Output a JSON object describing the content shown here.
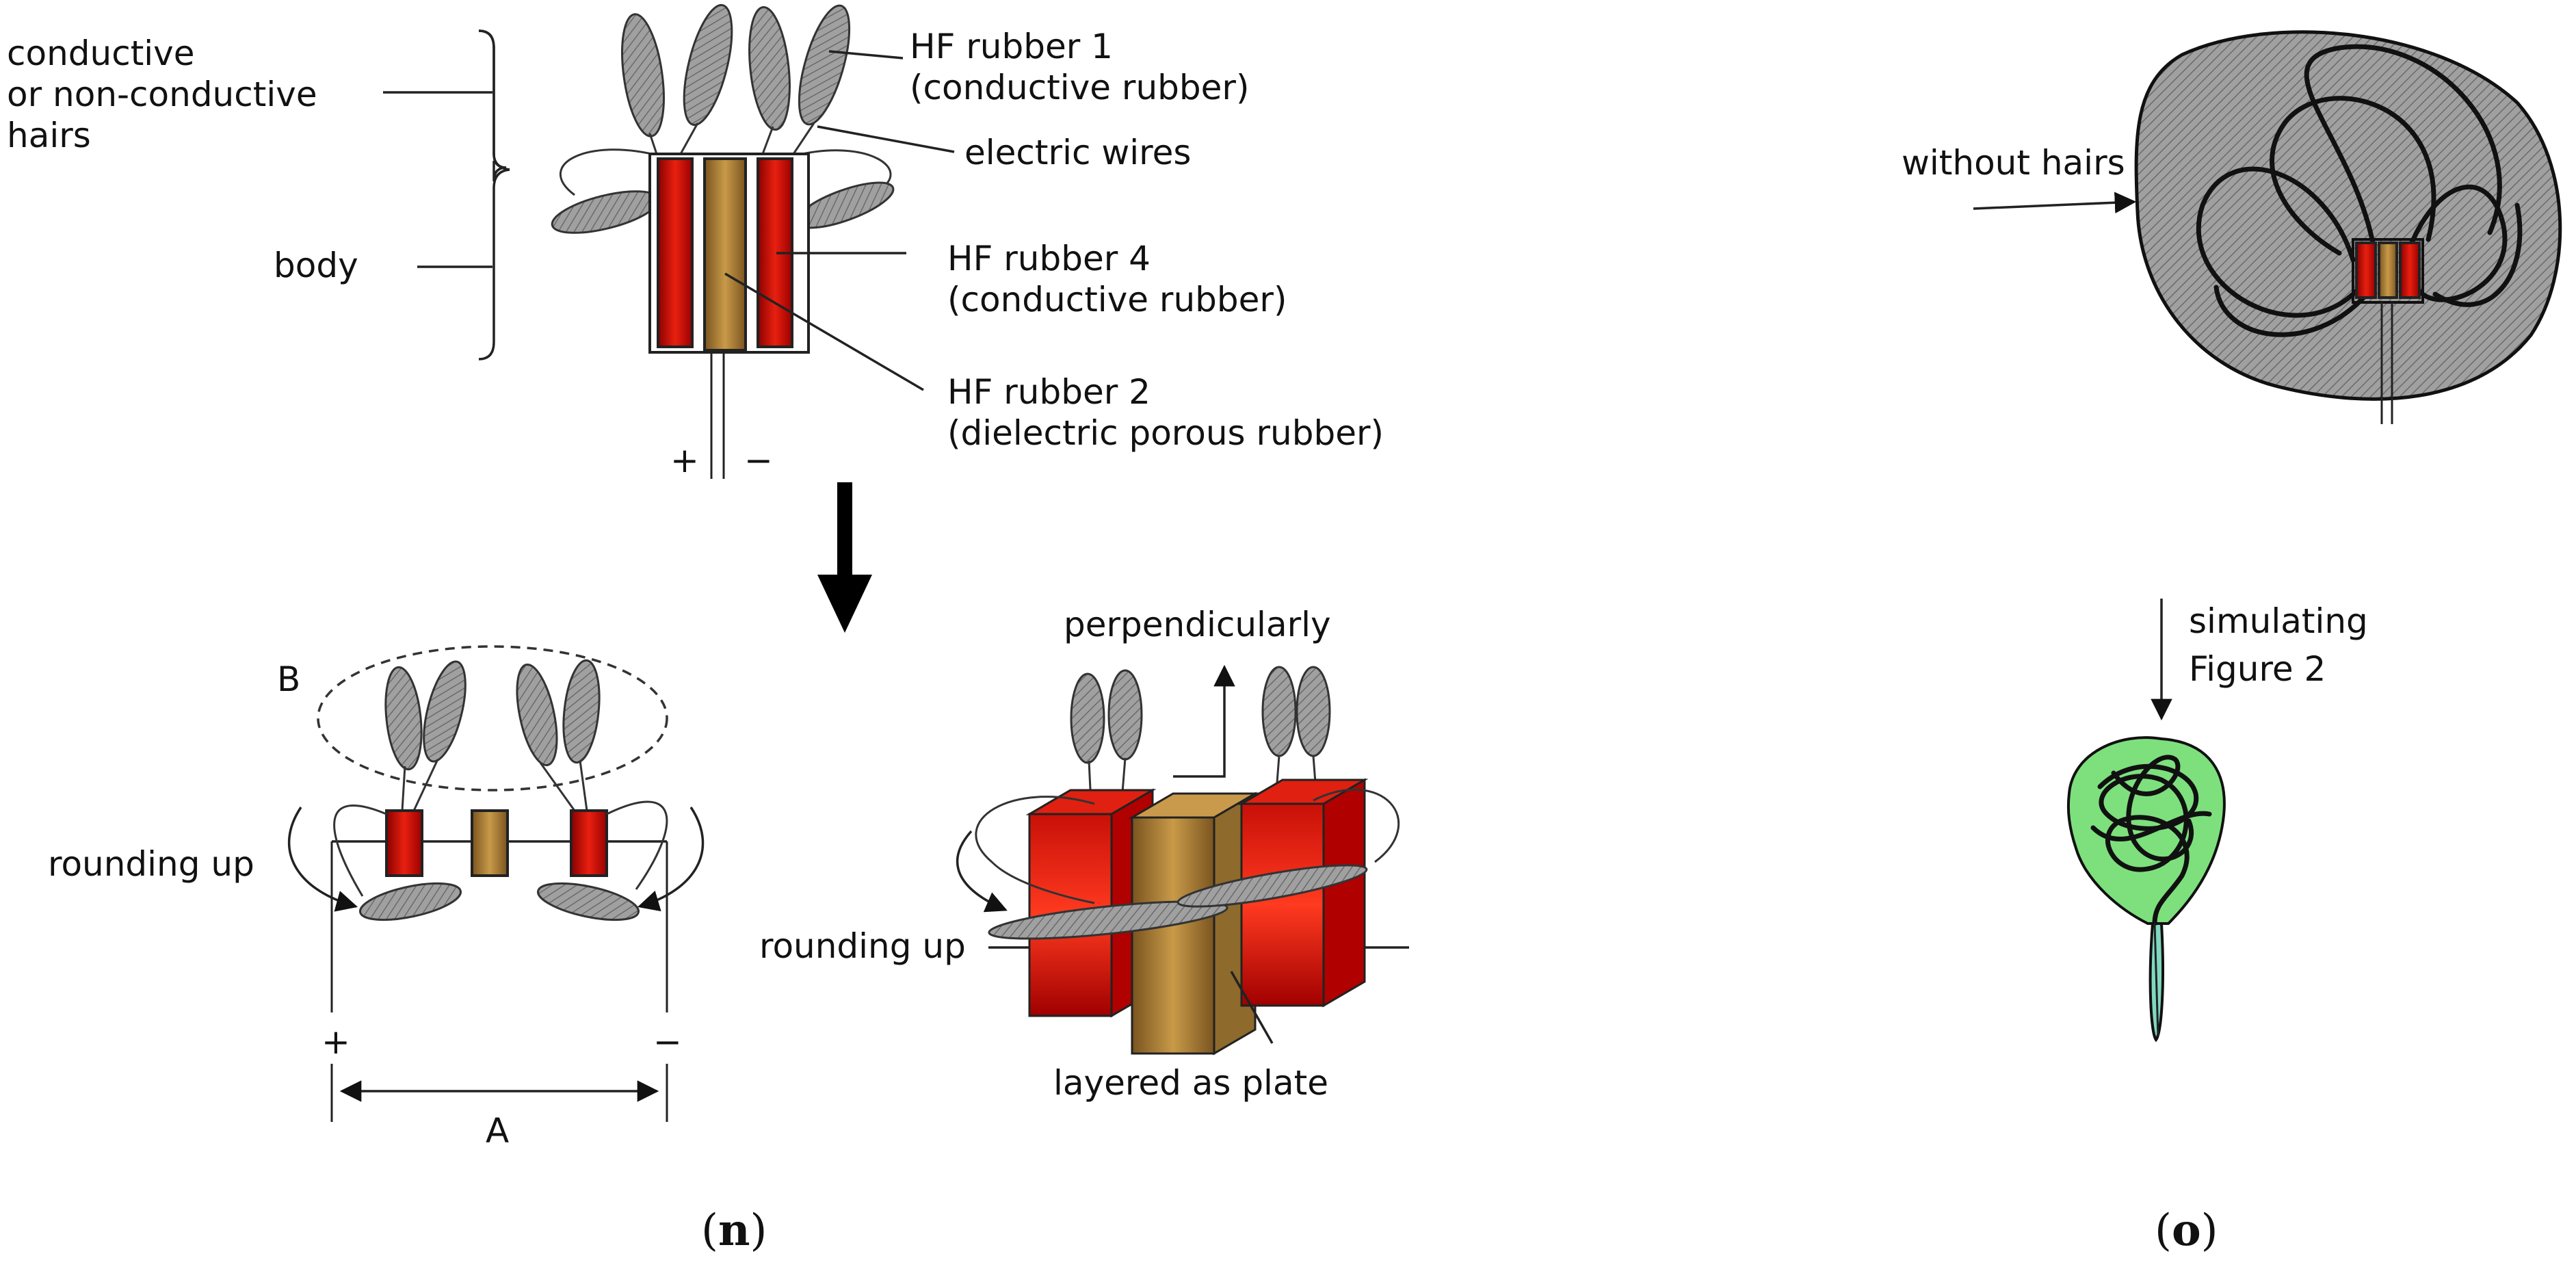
{
  "panels": {
    "n": {
      "label_open": "(",
      "label_letter": "n",
      "label_close": ")",
      "labels": {
        "hairs": [
          "conductive",
          "or non-conductive",
          "hairs"
        ],
        "body": "body",
        "hf1": [
          "HF rubber 1",
          "(conductive rubber)"
        ],
        "wires": "electric wires",
        "hf4": [
          "HF rubber 4",
          "(conductive rubber)"
        ],
        "hf2": [
          "HF rubber 2",
          "(dielectric porous rubber)"
        ],
        "plus": "+",
        "minus": "−",
        "B": "B",
        "rounding_up": "rounding up",
        "A": "A",
        "perpendicularly": "perpendicularly",
        "rounding_up_3d": "rounding up",
        "layered": "layered as plate"
      }
    },
    "o": {
      "label_open": "(",
      "label_letter": "o",
      "label_close": ")",
      "labels": {
        "without_hairs": "without hairs",
        "simulating": [
          "simulating",
          "Figure 2"
        ]
      }
    }
  },
  "colors": {
    "conductive_rubber": "#d41010",
    "dielectric_rubber": "#b88a3a",
    "hair_fill": "#9a9a9a",
    "blob_green": "#7de07d",
    "stem_teal": "#80d8c0"
  }
}
